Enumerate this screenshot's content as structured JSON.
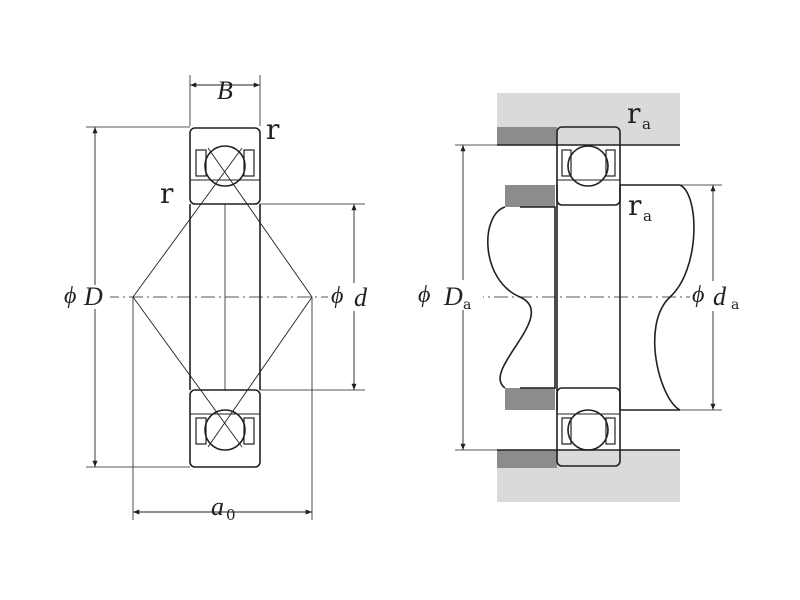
{
  "diagram": {
    "left": {
      "width_label": "B",
      "chamfer_top": "r",
      "chamfer_inner": "r",
      "outer_dia_symbol": "ϕ",
      "outer_dia_label": "D",
      "bore_symbol": "ϕ",
      "bore_label": "d",
      "offset_label": "a",
      "offset_sub": "0"
    },
    "right": {
      "housing_fillet_label": "r",
      "housing_fillet_sub": "a",
      "shaft_fillet_label": "r",
      "shaft_fillet_sub": "a",
      "housing_dia_symbol": "ϕ",
      "housing_dia_label": "D",
      "housing_dia_sub": "a",
      "shaft_dia_symbol": "ϕ",
      "shaft_dia_label": "d",
      "shaft_dia_sub": "a"
    }
  },
  "colors": {
    "line": "#231f20",
    "ring_fill": "#d1d2d4",
    "housing_fill": "#d9dadb",
    "background": "#ffffff"
  }
}
